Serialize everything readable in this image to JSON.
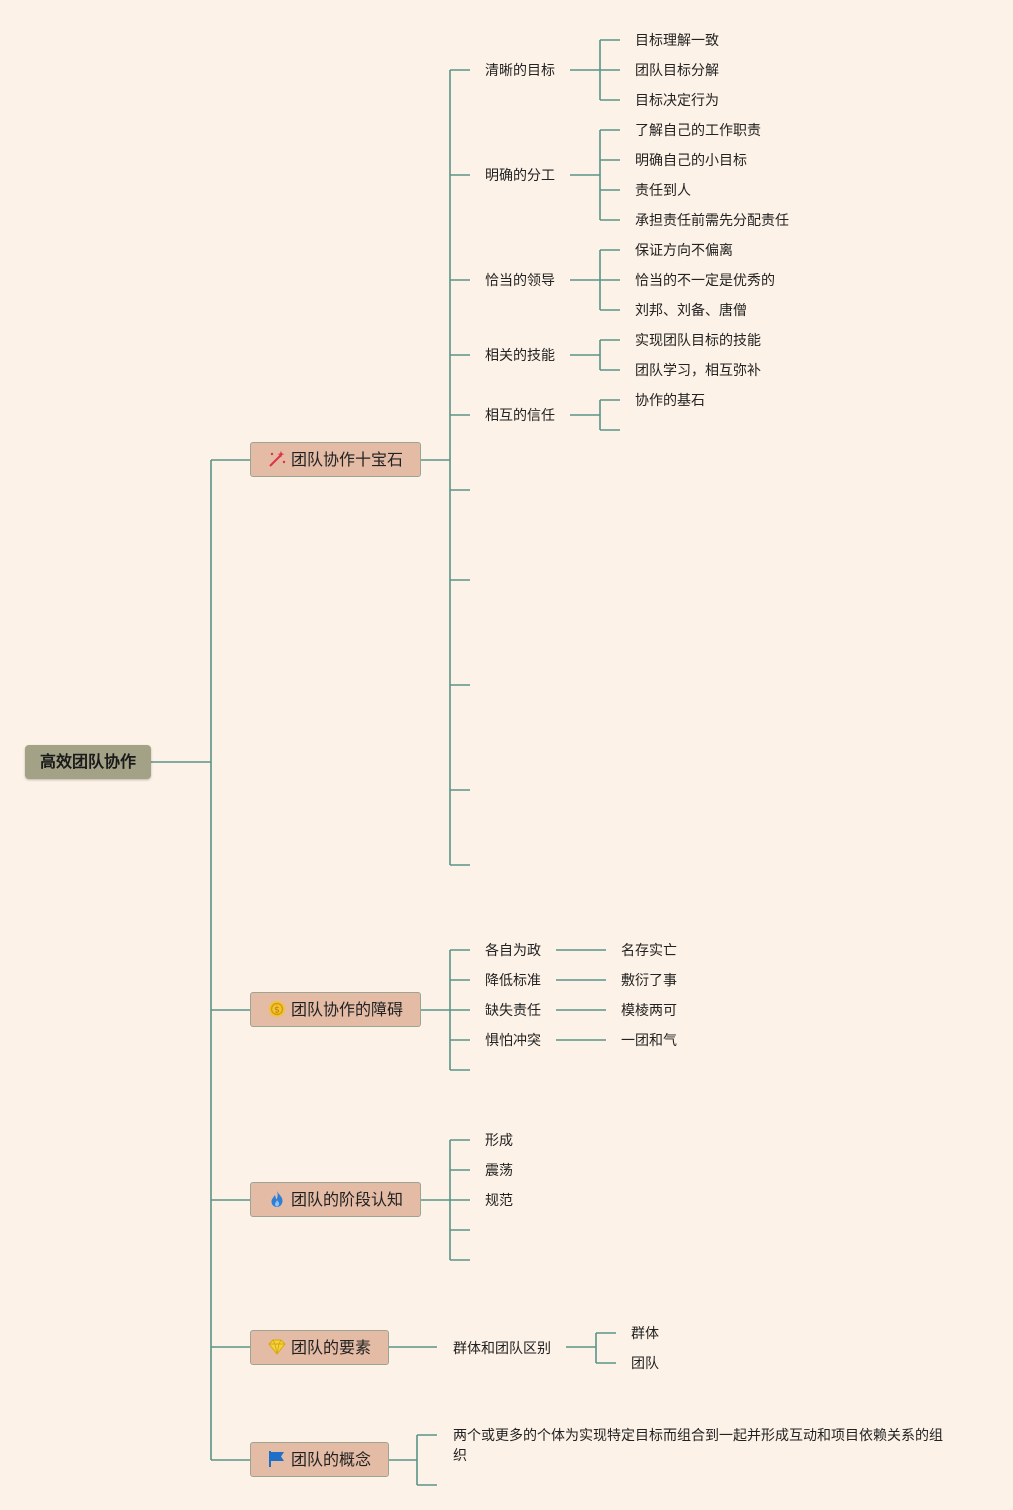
{
  "root": "高效团队协作",
  "branches": [
    {
      "title": "团队协作十宝石",
      "icon": "magic-wand-icon",
      "children": [
        {
          "label": "清晰的目标",
          "children": [
            "目标理解一致",
            "团队目标分解",
            "目标决定行为"
          ]
        },
        {
          "label": "明确的分工",
          "children": [
            "了解自己的工作职责",
            "明确自己的小目标",
            "责任到人",
            "承担责任前需先分配责任"
          ]
        },
        {
          "label": "恰当的领导",
          "children": [
            "保证方向不偏离",
            "恰当的不一定是优秀的",
            "刘邦、刘备、唐僧"
          ]
        },
        {
          "label": "相关的技能",
          "children": [
            "实现团队目标的技能",
            "团队学习，相互弥补"
          ]
        },
        {
          "label": "相互的信任",
          "children": [
            "协作的基石"
          ]
        }
      ]
    },
    {
      "title": "团队协作的障碍",
      "icon": "coin-icon",
      "children": [
        {
          "label": "各自为政",
          "children": [
            "名存实亡"
          ]
        },
        {
          "label": "降低标准",
          "children": [
            "敷衍了事"
          ]
        },
        {
          "label": "缺失责任",
          "children": [
            "模棱两可"
          ]
        },
        {
          "label": "惧怕冲突",
          "children": [
            "一团和气"
          ]
        }
      ]
    },
    {
      "title": "团队的阶段认知",
      "icon": "flame-icon",
      "children": [
        {
          "label": "形成"
        },
        {
          "label": "震荡"
        },
        {
          "label": "规范"
        }
      ]
    },
    {
      "title": "团队的要素",
      "icon": "diamond-icon",
      "children": [
        {
          "label": "群体和团队区别",
          "children": [
            "群体",
            "团队"
          ]
        }
      ]
    },
    {
      "title": "团队的概念",
      "icon": "flag-icon",
      "children": [
        {
          "label": "两个或更多的个体为实现特定目标而组合到一起并形成互动和项目依赖关系的组织"
        }
      ]
    }
  ],
  "colors": {
    "background": "#fdf2e7",
    "line": "#5a9488",
    "root_fill": "#a3a286",
    "branch_fill": "#e4bba5"
  }
}
